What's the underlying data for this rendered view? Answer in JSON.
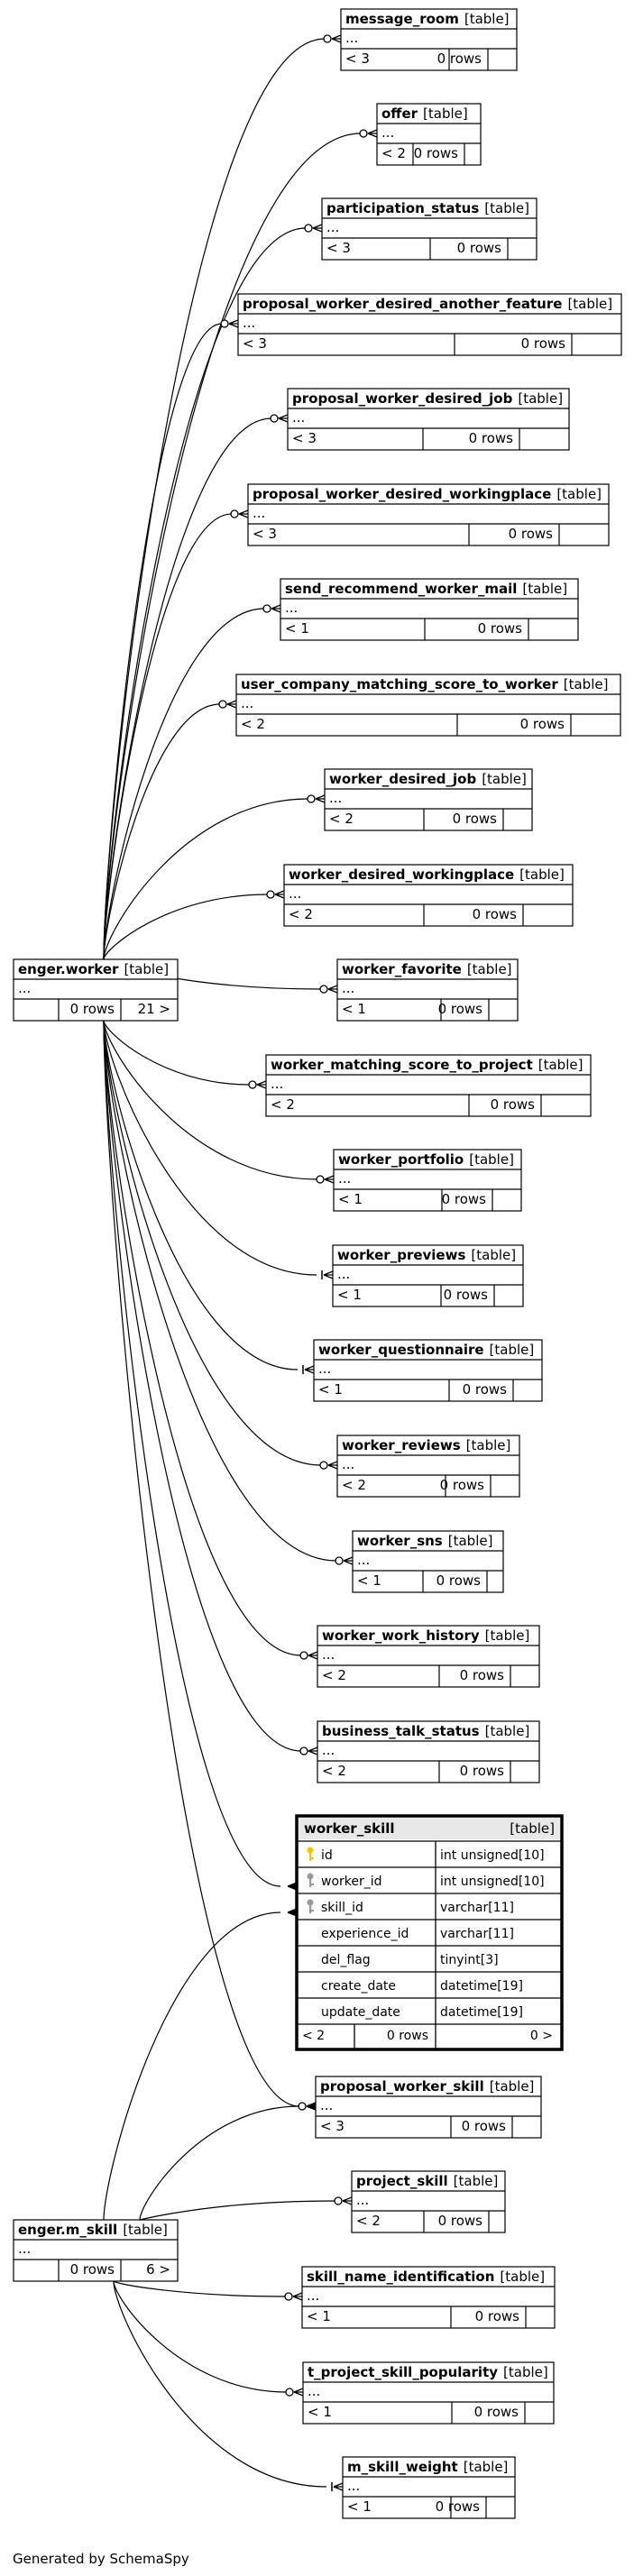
{
  "footer": "Generated by SchemaSpy",
  "table_tag": "[table]",
  "ellipsis": "...",
  "tables": [
    {
      "name": "message_room",
      "rows": "< 3",
      "count": "0 rows",
      "extra": ""
    },
    {
      "name": "offer",
      "rows": "< 2",
      "count": "0 rows",
      "extra": ""
    },
    {
      "name": "participation_status",
      "rows": "< 3",
      "count": "0 rows",
      "extra": ""
    },
    {
      "name": "proposal_worker_desired_another_feature",
      "rows": "< 3",
      "count": "0 rows",
      "extra": ""
    },
    {
      "name": "proposal_worker_desired_job",
      "rows": "< 3",
      "count": "0 rows",
      "extra": ""
    },
    {
      "name": "proposal_worker_desired_workingplace",
      "rows": "< 3",
      "count": "0 rows",
      "extra": ""
    },
    {
      "name": "send_recommend_worker_mail",
      "rows": "< 1",
      "count": "0 rows",
      "extra": ""
    },
    {
      "name": "user_company_matching_score_to_worker",
      "rows": "< 2",
      "count": "0 rows",
      "extra": ""
    },
    {
      "name": "worker_desired_job",
      "rows": "< 2",
      "count": "0 rows",
      "extra": ""
    },
    {
      "name": "worker_desired_workingplace",
      "rows": "< 2",
      "count": "0 rows",
      "extra": ""
    },
    {
      "name": "enger.worker",
      "rows": "",
      "count": "0 rows",
      "extra": "21 >"
    },
    {
      "name": "worker_favorite",
      "rows": "< 1",
      "count": "0 rows",
      "extra": ""
    },
    {
      "name": "worker_matching_score_to_project",
      "rows": "< 2",
      "count": "0 rows",
      "extra": ""
    },
    {
      "name": "worker_portfolio",
      "rows": "< 1",
      "count": "0 rows",
      "extra": ""
    },
    {
      "name": "worker_previews",
      "rows": "< 1",
      "count": "0 rows",
      "extra": ""
    },
    {
      "name": "worker_questionnaire",
      "rows": "< 1",
      "count": "0 rows",
      "extra": ""
    },
    {
      "name": "worker_reviews",
      "rows": "< 2",
      "count": "0 rows",
      "extra": ""
    },
    {
      "name": "worker_sns",
      "rows": "< 1",
      "count": "0 rows",
      "extra": ""
    },
    {
      "name": "worker_work_history",
      "rows": "< 2",
      "count": "0 rows",
      "extra": ""
    },
    {
      "name": "business_talk_status",
      "rows": "< 2",
      "count": "0 rows",
      "extra": ""
    },
    {
      "name": "proposal_worker_skill",
      "rows": "< 3",
      "count": "0 rows",
      "extra": ""
    },
    {
      "name": "project_skill",
      "rows": "< 2",
      "count": "0 rows",
      "extra": ""
    },
    {
      "name": "enger.m_skill",
      "rows": "",
      "count": "0 rows",
      "extra": "6 >"
    },
    {
      "name": "skill_name_identification",
      "rows": "< 1",
      "count": "0 rows",
      "extra": ""
    },
    {
      "name": "t_project_skill_popularity",
      "rows": "< 1",
      "count": "0 rows",
      "extra": ""
    },
    {
      "name": "m_skill_weight",
      "rows": "< 1",
      "count": "0 rows",
      "extra": ""
    }
  ],
  "focus_table": {
    "name": "worker_skill",
    "tag": "[table]",
    "columns": [
      {
        "name": "id",
        "type": "int unsigned[10]",
        "key": "primary-key-icon"
      },
      {
        "name": "worker_id",
        "type": "int unsigned[10]",
        "key": "foreign-key-icon"
      },
      {
        "name": "skill_id",
        "type": "varchar[11]",
        "key": "foreign-key-icon"
      },
      {
        "name": "experience_id",
        "type": "varchar[11]",
        "key": ""
      },
      {
        "name": "del_flag",
        "type": "tinyint[3]",
        "key": ""
      },
      {
        "name": "create_date",
        "type": "datetime[19]",
        "key": ""
      },
      {
        "name": "update_date",
        "type": "datetime[19]",
        "key": ""
      }
    ],
    "rows": "< 2",
    "count": "0 rows",
    "extra": "0 >",
    "key_color_primary": "#f5c400",
    "key_color_foreign": "#999999"
  }
}
